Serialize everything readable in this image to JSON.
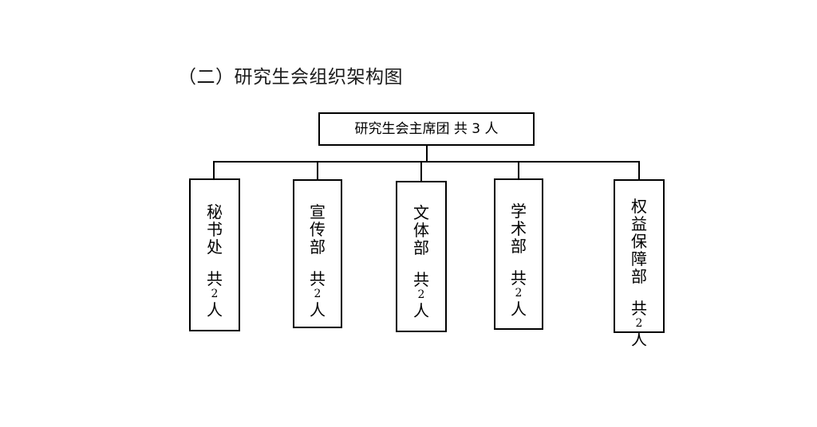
{
  "title": "（二）研究生会组织架构图",
  "colors": {
    "stroke": "#000000",
    "background": "#ffffff",
    "text": "#000000"
  },
  "root": {
    "label": "研究生会主席团 共 3 人",
    "name": "研究生会主席团",
    "count_prefix": "共",
    "count": "3",
    "count_unit": "人"
  },
  "departments": [
    {
      "name": "秘书处",
      "chars": [
        "秘",
        "书",
        "处"
      ],
      "count_prefix": "共",
      "count": "2",
      "count_unit": "人",
      "label": "秘书处 共 2 人"
    },
    {
      "name": "宣传部",
      "chars": [
        "宣",
        "传",
        "部"
      ],
      "count_prefix": "共",
      "count": "2",
      "count_unit": "人",
      "label": "宣传部 共 2 人"
    },
    {
      "name": "文体部",
      "chars": [
        "文",
        "体",
        "部"
      ],
      "count_prefix": "共",
      "count": "2",
      "count_unit": "人",
      "label": "文体部 共 2 人"
    },
    {
      "name": "学术部",
      "chars": [
        "学",
        "术",
        "部"
      ],
      "count_prefix": "共",
      "count": "2",
      "count_unit": "人",
      "label": "学术部 共 2 人"
    },
    {
      "name": "权益保障部",
      "chars": [
        "权",
        "益",
        "保",
        "障",
        "部"
      ],
      "count_prefix": "共",
      "count": "2",
      "count_unit": "人",
      "label": "权益保障部 共 2 人"
    }
  ]
}
